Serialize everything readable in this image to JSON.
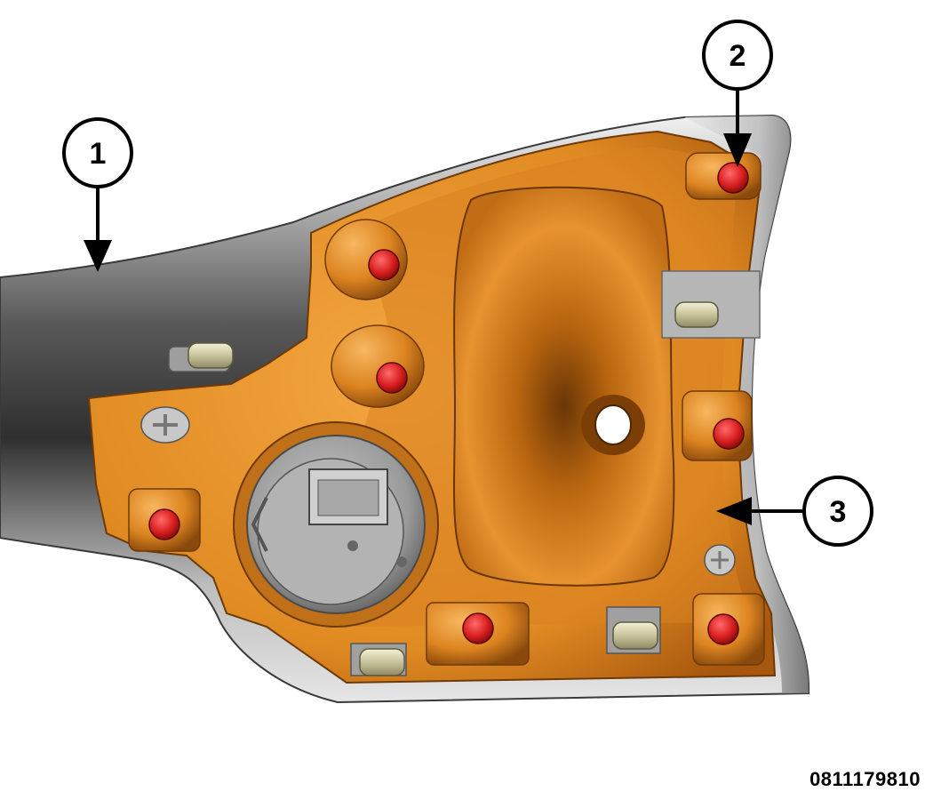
{
  "figure": {
    "id": "0811179810",
    "callouts": [
      {
        "number": "1"
      },
      {
        "number": "2"
      },
      {
        "number": "3"
      }
    ]
  },
  "colors": {
    "bracket_orange": "#e08a22",
    "housing_grey": "#8c8c8c",
    "fastener_red": "#d81e1e",
    "connector_grey": "#9a9a9a",
    "leader_black": "#000000"
  },
  "icons": [
    "screw-icon",
    "clip-icon",
    "lamp-socket-icon"
  ]
}
